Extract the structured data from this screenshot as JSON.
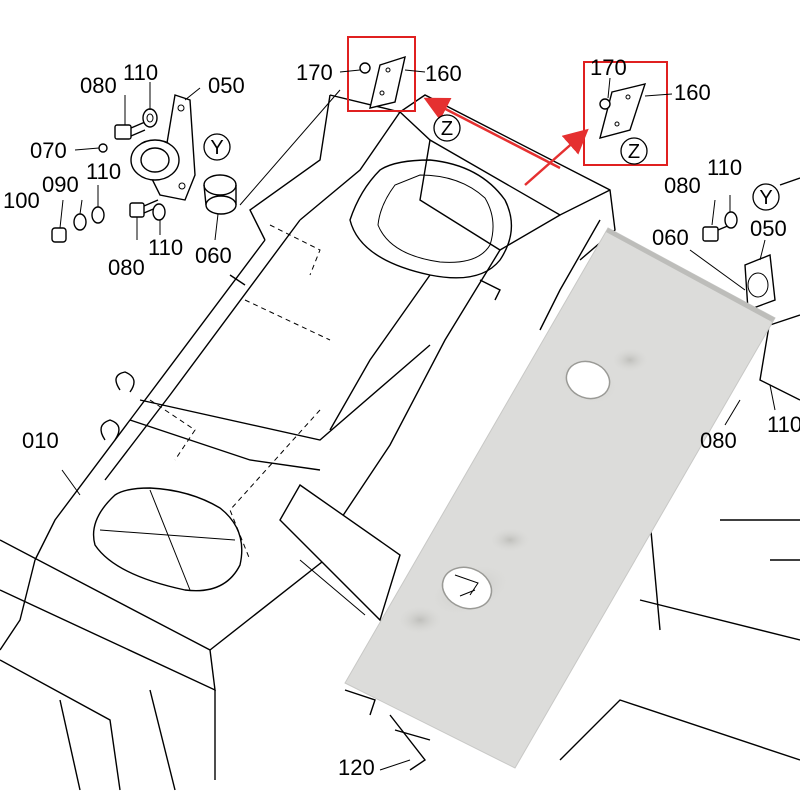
{
  "labels": {
    "l170a": "170",
    "l160a": "160",
    "l170b": "170",
    "l160b": "160",
    "l080a": "080",
    "l110a": "110",
    "l050a": "050",
    "l070": "070",
    "l100": "100",
    "l090": "090",
    "l110b": "110",
    "l080b": "080",
    "l110c": "110",
    "l060a": "060",
    "l080c": "080",
    "l110d": "110",
    "l060b": "060",
    "l050b": "050",
    "l080d": "080",
    "l110e": "110",
    "l010": "010",
    "l120": "120",
    "zA": "Z",
    "zB": "Z",
    "yA": "Y",
    "yB": "Y"
  },
  "colors": {
    "highlight_box": "#e02020",
    "arrow": "#e53030",
    "plate": "#dcdcda"
  },
  "icons": {
    "plate_photo": "steel-plate-photo",
    "nut": "nut-icon",
    "bolt": "bolt-icon",
    "washer": "washer-icon",
    "bracket": "bracket-icon",
    "bushing": "bushing-icon"
  }
}
